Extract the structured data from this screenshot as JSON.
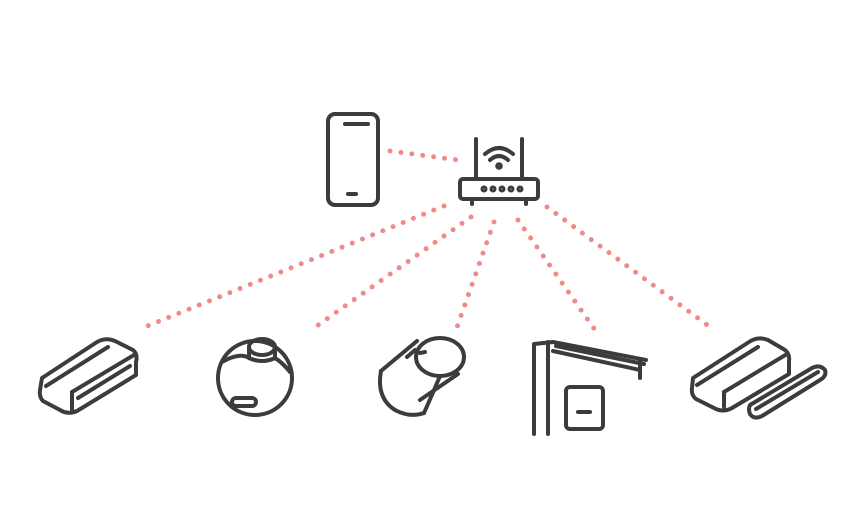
{
  "colors": {
    "background": "#ffffff",
    "device_stroke": "#3a3c3d",
    "connection": "#ee8a8a"
  },
  "hub": {
    "icon": "wifi-router-icon"
  },
  "devices": [
    {
      "id": "phone",
      "icon": "smartphone-icon"
    },
    {
      "id": "sensor",
      "icon": "sensor-module-icon"
    },
    {
      "id": "thermostat-knob",
      "icon": "round-thermostat-icon"
    },
    {
      "id": "radiator-valve",
      "icon": "radiator-valve-icon"
    },
    {
      "id": "wall-panel",
      "icon": "wall-switch-panel-icon"
    },
    {
      "id": "door-sensor",
      "icon": "door-window-sensor-icon"
    }
  ],
  "connections": [
    {
      "from": "hub",
      "to": "phone"
    },
    {
      "from": "hub",
      "to": "sensor"
    },
    {
      "from": "hub",
      "to": "thermostat-knob"
    },
    {
      "from": "hub",
      "to": "radiator-valve"
    },
    {
      "from": "hub",
      "to": "wall-panel"
    },
    {
      "from": "hub",
      "to": "door-sensor"
    }
  ]
}
